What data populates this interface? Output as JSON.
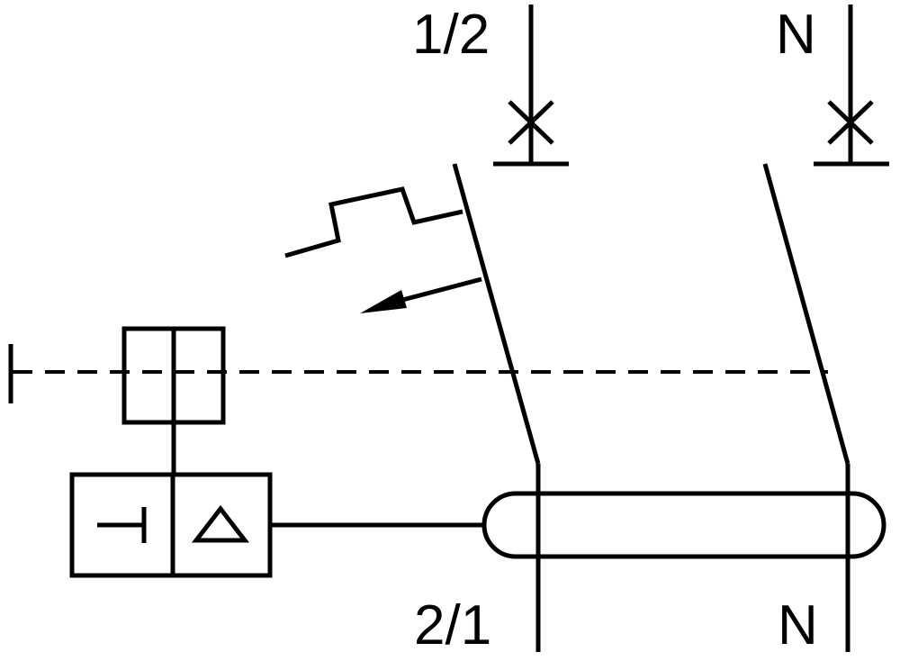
{
  "labels": {
    "phase_in": "1/2",
    "neutral_in": "N",
    "phase_out": "2/1",
    "neutral_out": "N"
  },
  "colors": {
    "stroke": "#000000",
    "background": "#ffffff"
  }
}
